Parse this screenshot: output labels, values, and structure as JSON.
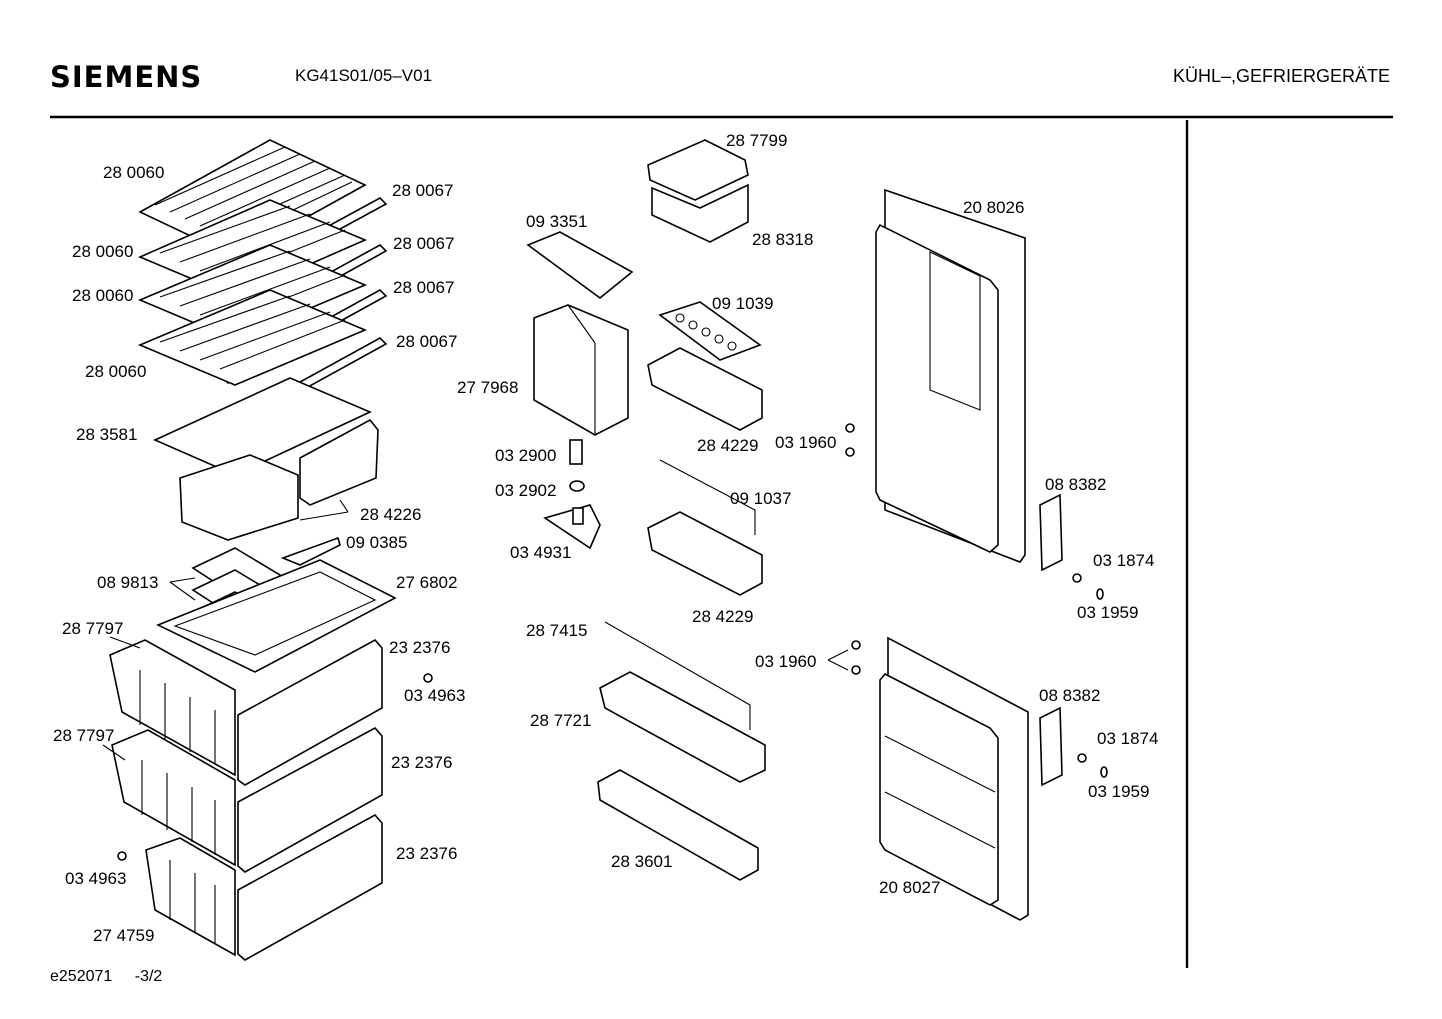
{
  "header": {
    "brand": "SIEMENS",
    "model": "KG41S01/05–V01",
    "category": "KÜHL–,GEFRIERGERÄTE"
  },
  "footer": {
    "doc_id": "e252071",
    "page": "-3/2"
  },
  "parts": {
    "p280060_a": "28 0060",
    "p280067_a": "28 0067",
    "p280060_b": "28 0060",
    "p280067_b": "28 0067",
    "p280060_c": "28 0060",
    "p280067_c": "28 0067",
    "p280067_d": "28 0067",
    "p280060_d": "28 0060",
    "p283581": "28 3581",
    "p284226": "28 4226",
    "p090385": "09 0385",
    "p089813": "08 9813",
    "p276802": "27 6802",
    "p287797_a": "28 7797",
    "p232376_a": "23 2376",
    "p034963_a": "03 4963",
    "p287797_b": "28 7797",
    "p232376_b": "23 2376",
    "p232376_c": "23 2376",
    "p034963_b": "03 4963",
    "p274759": "27 4759",
    "p287799": "28 7799",
    "p093351": "09 3351",
    "p288318": "28 8318",
    "p091039": "09 1039",
    "p277968": "27 7968",
    "p284229_a": "28 4229",
    "p032900": "03 2900",
    "p032902": "03 2902",
    "p091037": "09 1037",
    "p034931": "03 4931",
    "p284229_b": "28 4229",
    "p287415": "28 7415",
    "p287721": "28 7721",
    "p283601": "28 3601",
    "p208026": "20 8026",
    "p031960_a": "03 1960",
    "p088382_a": "08 8382",
    "p031874_a": "03 1874",
    "p031959_a": "03 1959",
    "p031960_b": "03 1960",
    "p088382_b": "08 8382",
    "p031874_b": "03 1874",
    "p031959_b": "03 1959",
    "p208027": "20 8027"
  }
}
